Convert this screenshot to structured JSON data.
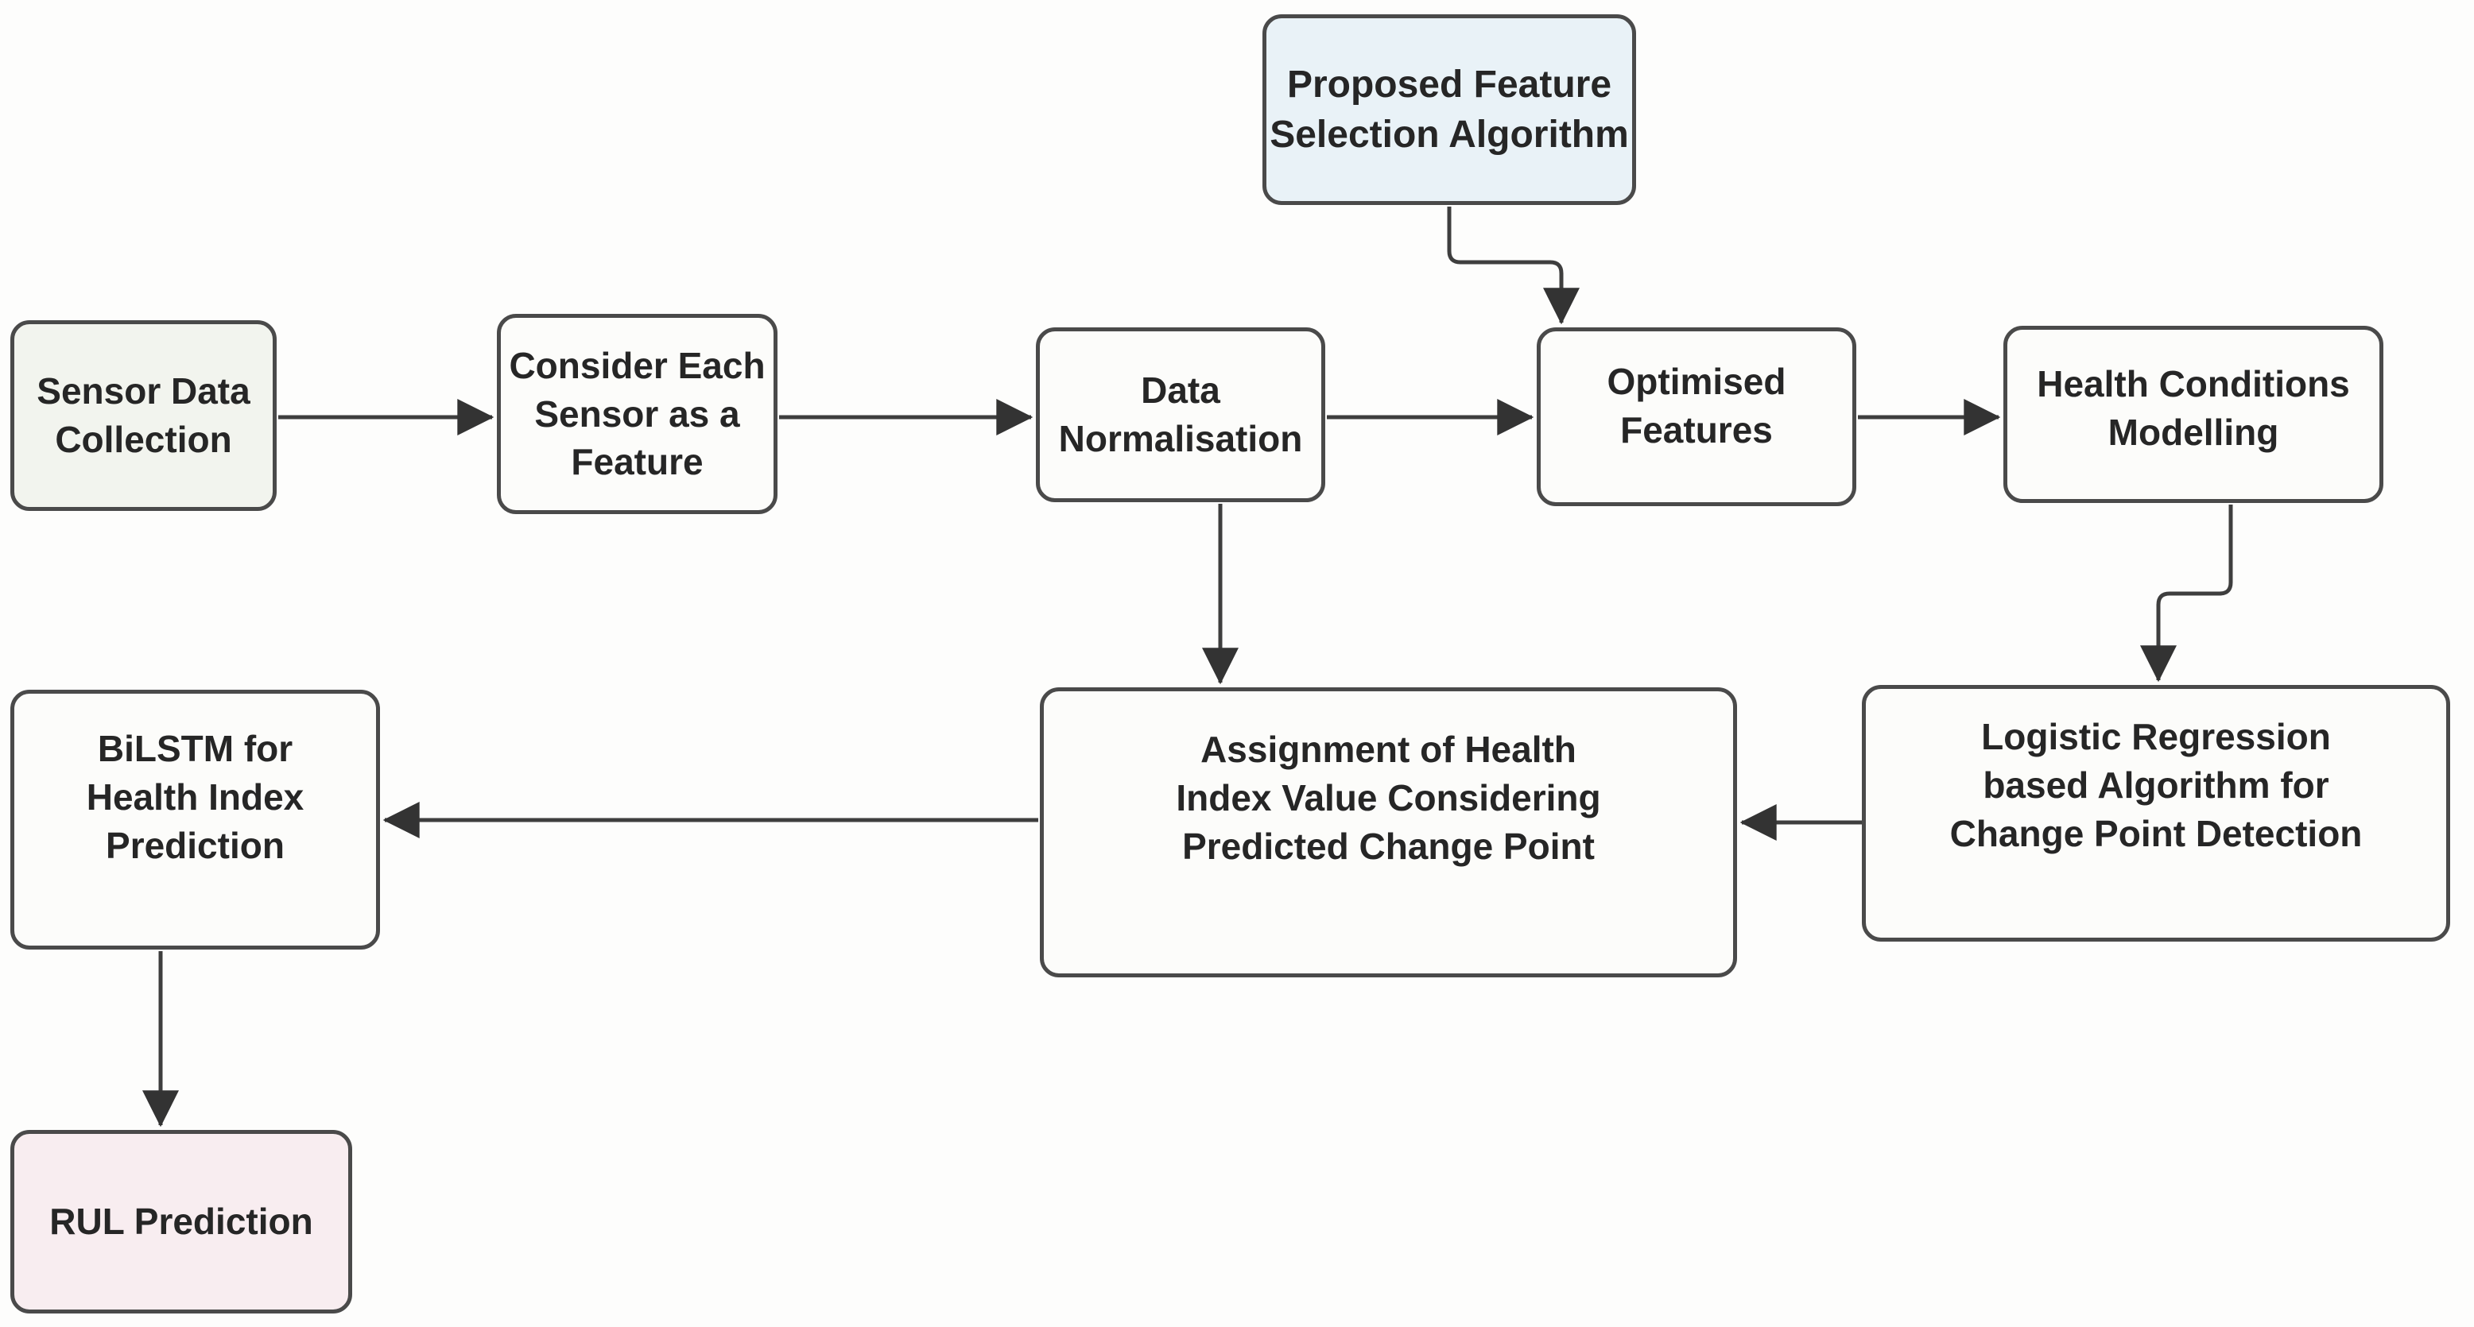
{
  "diagram": {
    "type": "flowchart",
    "nodes": [
      {
        "id": "proposed-feature-selection-algorithm",
        "label": "Proposed Feature\nSelection Algorithm",
        "fill": "#e9f2f7"
      },
      {
        "id": "sensor-data-collection",
        "label": "Sensor Data\nCollection",
        "fill": "#f2f4ee"
      },
      {
        "id": "consider-each-sensor-as-a-feature",
        "label": "Consider Each\nSensor as a\nFeature",
        "fill": "#fcfcfa"
      },
      {
        "id": "data-normalisation",
        "label": "Data\nNormalisation",
        "fill": "#fcfcfa"
      },
      {
        "id": "optimised-features",
        "label": "Optimised\nFeatures",
        "fill": "#fcfcfa"
      },
      {
        "id": "health-conditions-modelling",
        "label": "Health Conditions\nModelling",
        "fill": "#fcfcfa"
      },
      {
        "id": "bilstm-for-health-index-prediction",
        "label": "BiLSTM for\nHealth Index\nPrediction",
        "fill": "#fcfcfa"
      },
      {
        "id": "assignment-of-health-index-value",
        "label": "Assignment of Health\nIndex Value Considering\nPredicted Change Point",
        "fill": "#fcfcfa"
      },
      {
        "id": "logistic-regression-based-algorithm",
        "label": "Logistic Regression\nbased Algorithm for\nChange Point Detection",
        "fill": "#fcfcfa"
      },
      {
        "id": "rul-prediction",
        "label": "RUL Prediction",
        "fill": "#f8edf0"
      }
    ],
    "edges": [
      {
        "from": "proposed-feature-selection-algorithm",
        "to": "optimised-features"
      },
      {
        "from": "sensor-data-collection",
        "to": "consider-each-sensor-as-a-feature"
      },
      {
        "from": "consider-each-sensor-as-a-feature",
        "to": "data-normalisation"
      },
      {
        "from": "data-normalisation",
        "to": "optimised-features"
      },
      {
        "from": "optimised-features",
        "to": "health-conditions-modelling"
      },
      {
        "from": "data-normalisation",
        "to": "assignment-of-health-index-value"
      },
      {
        "from": "health-conditions-modelling",
        "to": "logistic-regression-based-algorithm"
      },
      {
        "from": "logistic-regression-based-algorithm",
        "to": "assignment-of-health-index-value"
      },
      {
        "from": "assignment-of-health-index-value",
        "to": "bilstm-for-health-index-prediction"
      },
      {
        "from": "bilstm-for-health-index-prediction",
        "to": "rul-prediction"
      }
    ],
    "colors": {
      "box_border": "#4a4a4a",
      "arrow": "#3e3e3e",
      "text": "#262626",
      "highlight_blue": "#e9f2f7",
      "highlight_green": "#f2f4ee",
      "highlight_pink": "#f8edf0",
      "default_fill": "#fcfcfa",
      "background": "#ffffff"
    }
  }
}
